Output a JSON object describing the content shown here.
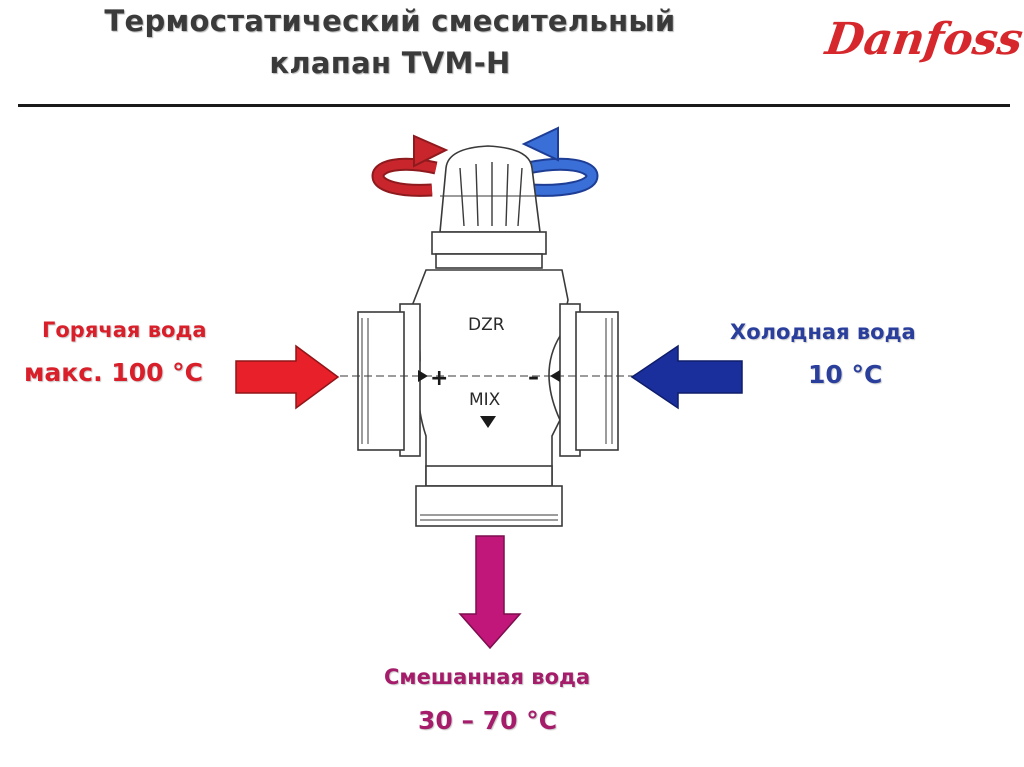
{
  "title": {
    "line1": "Термостатический смесительный",
    "line2": "клапан TVM-H"
  },
  "logo": {
    "text": "Danfoss",
    "color": "#d6282c"
  },
  "valve": {
    "body_label": "DZR",
    "mix_label": "MIX",
    "hot_sign": "+",
    "cold_sign": "–"
  },
  "hot_water": {
    "label": "Горячая вода",
    "temp": "макс. 100 °C",
    "color": "#e8202a",
    "label_color": "#d81f2a"
  },
  "cold_water": {
    "label": "Холодная вода",
    "temp": "10 °C",
    "color": "#1a2f9c",
    "label_color": "#2a3e9c"
  },
  "mixed_water": {
    "label": "Смешанная вода",
    "temp": "30 – 70 °C",
    "color": "#c2177a",
    "label_color": "#a51d6a"
  },
  "colors": {
    "title": "#3a3a3a",
    "rotate_red": "#c8262c",
    "rotate_blue": "#3a6fd8",
    "outline": "#3a3a3a"
  }
}
